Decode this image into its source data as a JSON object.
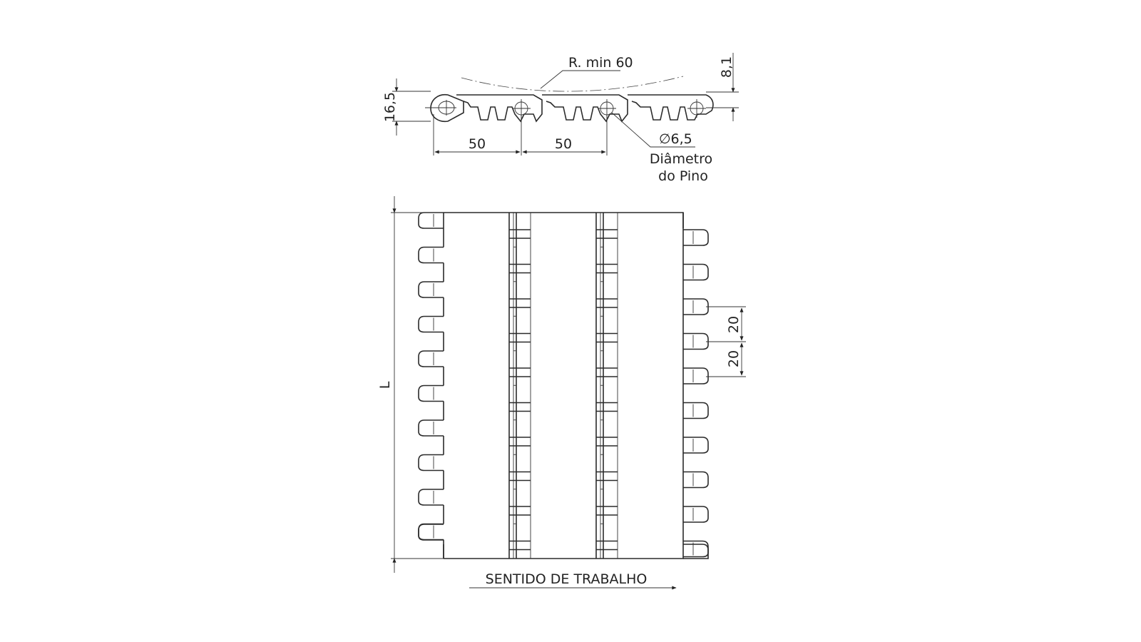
{
  "side_view": {
    "radius_label": "R. min 60",
    "height_label": "16,5",
    "thickness_label": "8,1",
    "pitch_labels": [
      "50",
      "50"
    ],
    "pin_diameter_label": "∅6,5",
    "pin_caption_line1": "Diâmetro",
    "pin_caption_line2": "do Pino"
  },
  "top_view": {
    "length_label": "L",
    "spacing_labels": [
      "20",
      "20"
    ],
    "direction_label": "SENTIDO DE TRABALHO"
  }
}
